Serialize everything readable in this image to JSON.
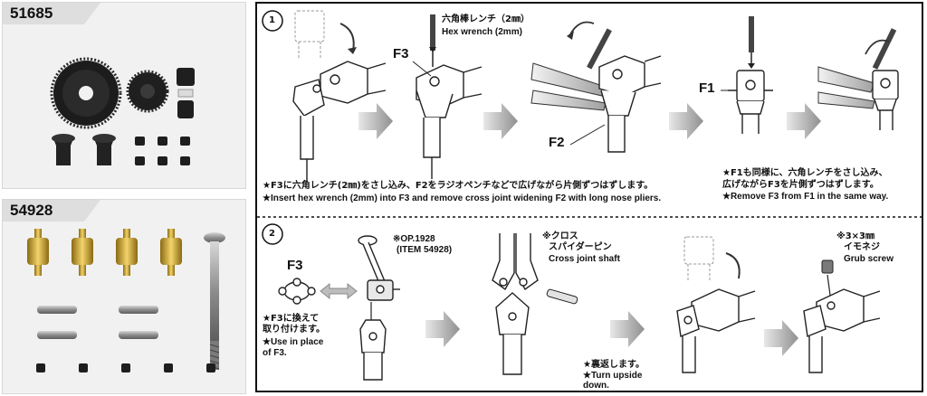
{
  "products": [
    {
      "code": "51685"
    },
    {
      "code": "54928"
    }
  ],
  "step1": {
    "number": "1",
    "tool_jp": "六角棒レンチ（2㎜）",
    "tool_en": "Hex wrench (2mm)",
    "label_f3": "F3",
    "label_f2": "F2",
    "label_f1": "F1",
    "note_a_line1": "★F3に六角レンチ(2㎜)をさし込み、F2をラジオペンチなどで広げながら片側ずつはずします。",
    "note_a_line2": "★Insert hex wrench (2mm) into F3 and remove cross joint widening F2 with long nose pliers.",
    "note_b_line1": "★F1も同様に、六角レンチをさし込み、",
    "note_b_line2": "広げながらF3を片側ずつはずします。",
    "note_b_line3": "★Remove F3 from F1 in the same way."
  },
  "step2": {
    "number": "2",
    "label_f3": "F3",
    "replace_jp1": "★F3に換えて",
    "replace_jp2": "取り付けます。",
    "replace_en1": "★Use in place",
    "replace_en2": "of F3.",
    "op_line1": "※OP.1928",
    "op_line2": "(ITEM 54928)",
    "shaft_jp1": "※クロス",
    "shaft_jp2": "スパイダーピン",
    "shaft_en": "Cross joint shaft",
    "turn_jp": "★裏返します。",
    "turn_en1": "★Turn upside",
    "turn_en2": "down.",
    "screw_jp1": "※3×3㎜",
    "screw_jp2": "イモネジ",
    "screw_en": "Grub screw"
  }
}
